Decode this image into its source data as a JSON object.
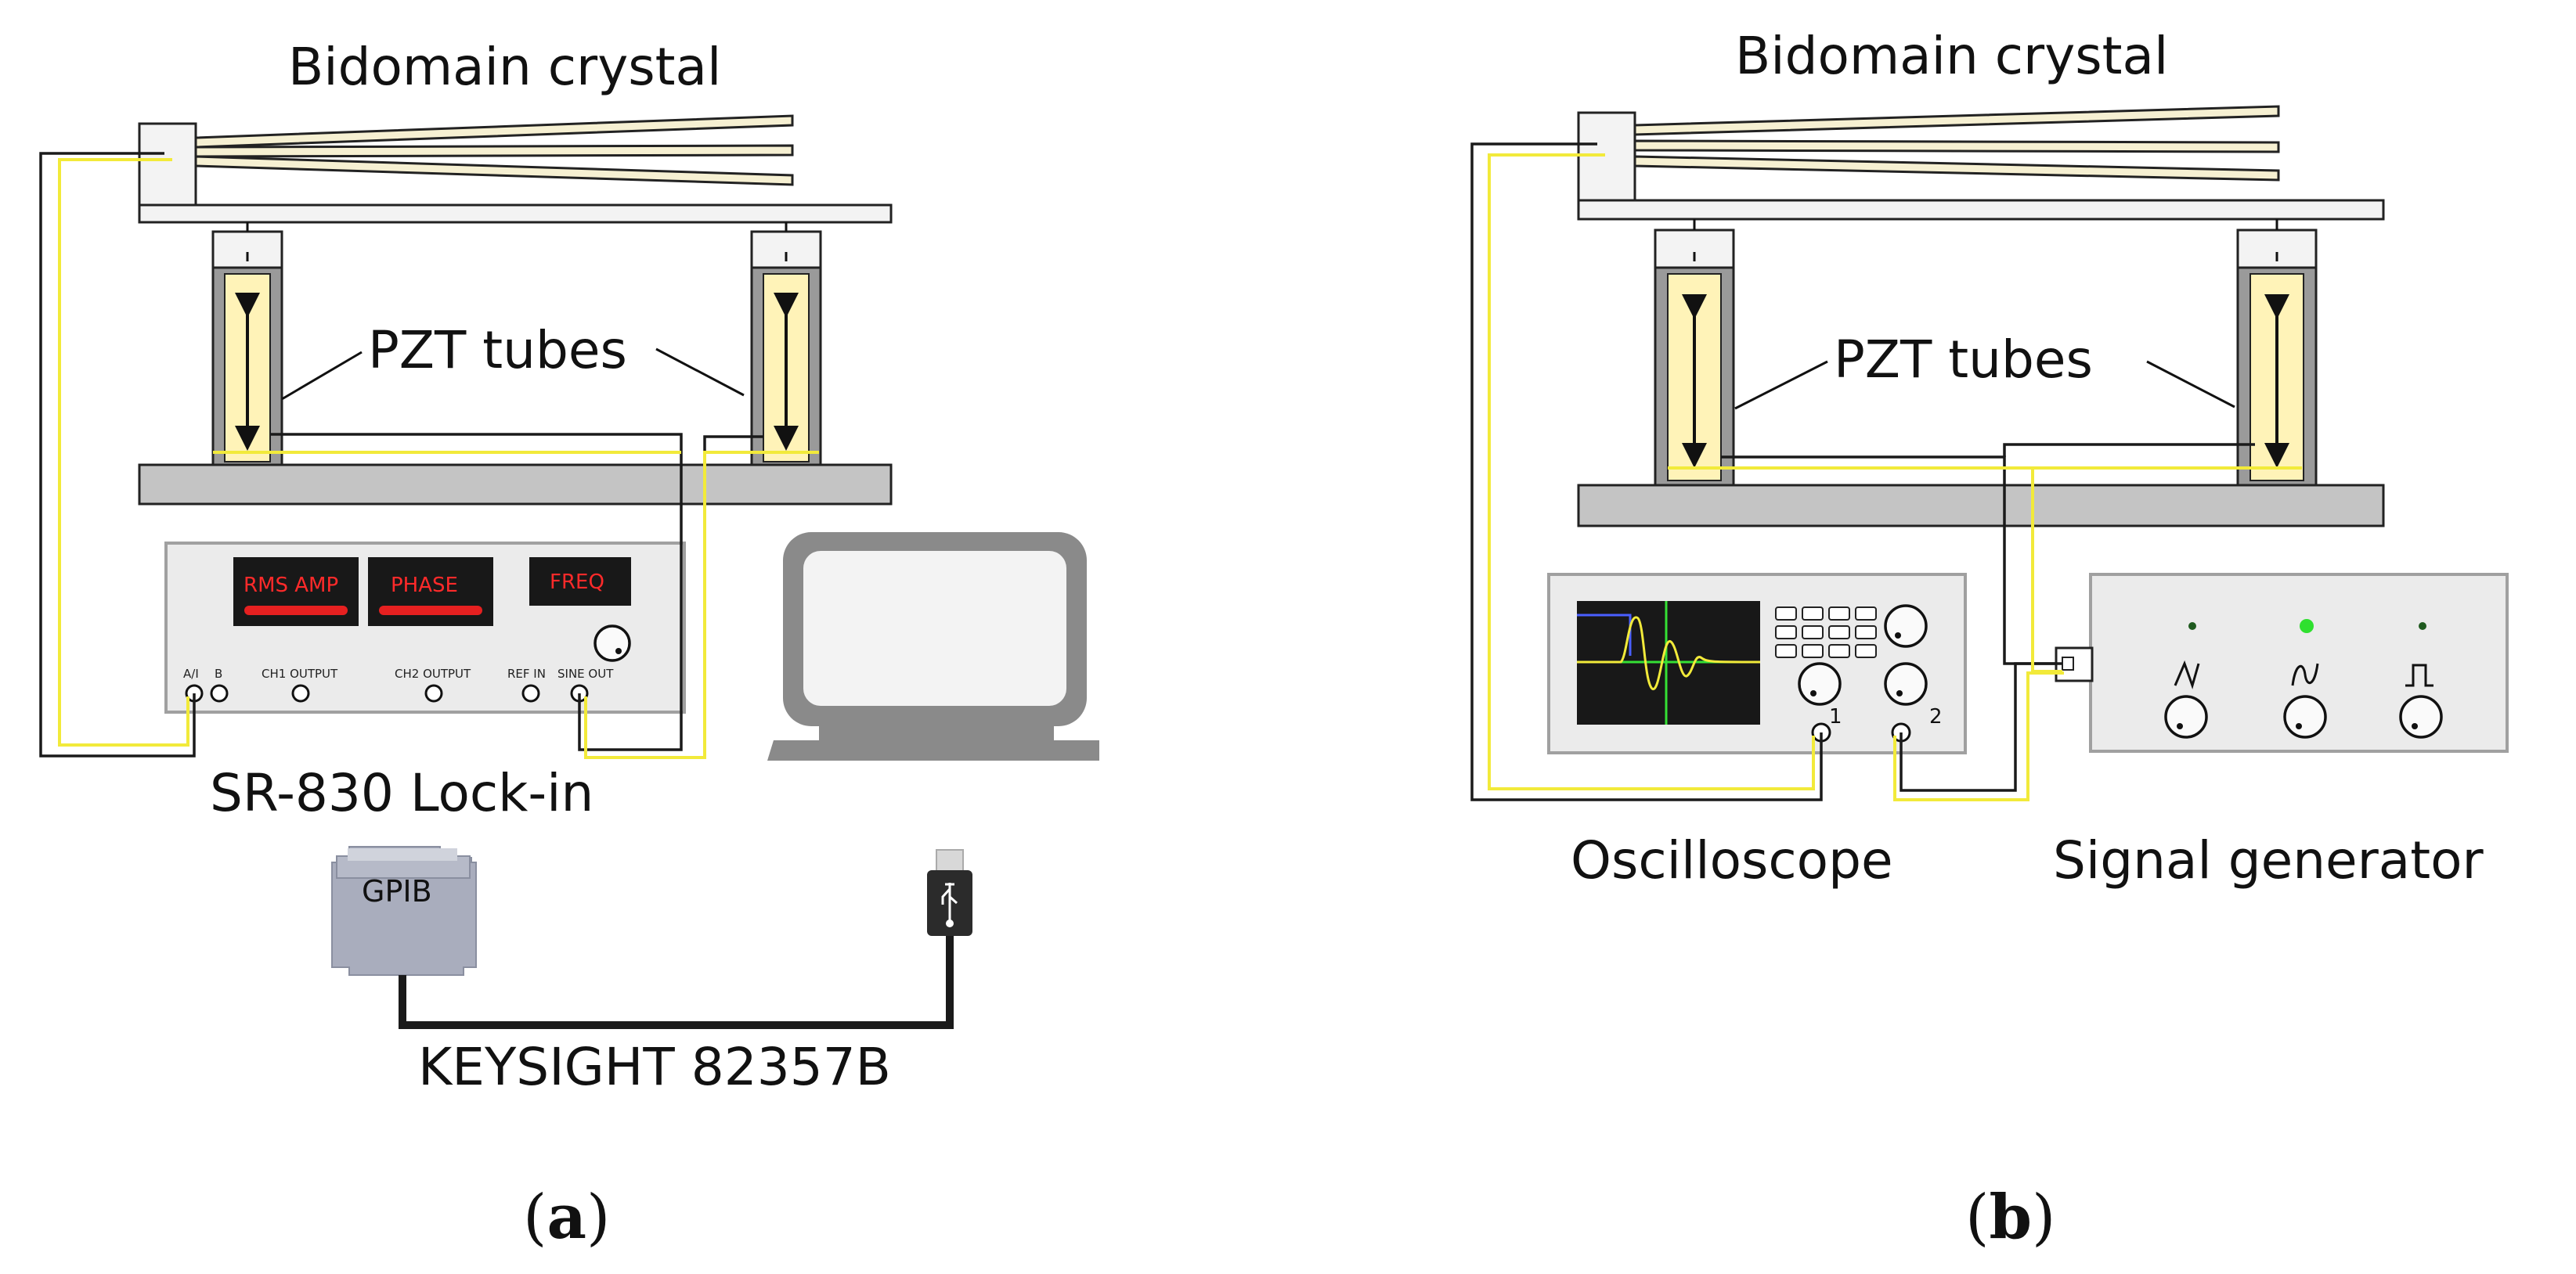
{
  "panel_a": {
    "title": "Bidomain crystal",
    "pzt_label": "PZT tubes",
    "lockin_name": "SR-830 Lock-in",
    "displays": [
      "RMS AMP",
      "PHASE",
      "FREQ"
    ],
    "ports": [
      "A/I",
      "B",
      "CH1 OUTPUT",
      "CH2 OUTPUT",
      "REF IN",
      "SINE OUT"
    ],
    "gpib": "GPIB",
    "adapter": "KEYSIGHT 82357B",
    "tag_open": "(",
    "tag_letter": "a",
    "tag_close": ")"
  },
  "panel_b": {
    "title": "Bidomain crystal",
    "pzt_label": "PZT tubes",
    "scope_name": "Oscilloscope",
    "siggen_name": "Signal generator",
    "channels": [
      "1",
      "2"
    ],
    "tag_open": "(",
    "tag_letter": "b",
    "tag_close": ")"
  },
  "colors": {
    "wire_yellow": "#f2ea3a",
    "wire_black": "#1a1a1a",
    "pzt_fill": "#fff3b8",
    "display_text": "#ff2a2a",
    "led_green": "#2fe02f",
    "screen_yellow": "#f2ea3a",
    "screen_green": "#35e035",
    "screen_blue": "#4a5fff"
  },
  "icons": [
    "usb-icon",
    "computer-icon",
    "sawtooth-wave-icon",
    "sine-wave-icon",
    "square-wave-icon"
  ]
}
